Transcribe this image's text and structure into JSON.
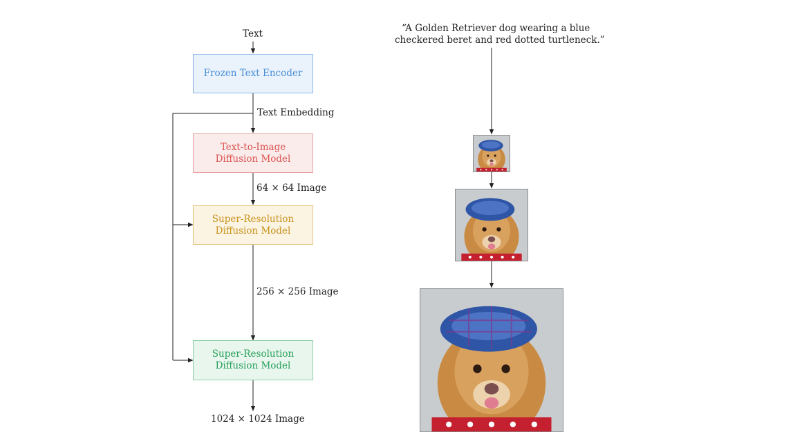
{
  "pipeline": {
    "input_label": "Text",
    "encoder": {
      "label": "Frozen Text Encoder",
      "color": "#4a8fd6",
      "fill": "#eaf2fc",
      "border": "#8ab6e6"
    },
    "embedding_label": "Text Embedding",
    "base_model": {
      "line1": "Text-to-Image",
      "line2": "Diffusion Model",
      "color": "#d9534f",
      "fill": "#fbecec",
      "border": "#e8a0a0"
    },
    "res1_label": "64 × 64 Image",
    "sr1": {
      "line1": "Super-Resolution",
      "line2": "Diffusion Model",
      "color": "#c8921a",
      "fill": "#fbf4e3",
      "border": "#e5c583"
    },
    "res2_label": "256 × 256 Image",
    "sr2": {
      "line1": "Super-Resolution",
      "line2": "Diffusion Model",
      "color": "#27a05a",
      "fill": "#e8f6ee",
      "border": "#8fd0a8"
    },
    "output_label": "1024 × 1024 Image"
  },
  "example": {
    "prompt_line1": "“A Golden Retriever dog wearing a blue",
    "prompt_line2": "checkered beret and red dotted turtleneck.”",
    "images": [
      "golden-retriever-64px",
      "golden-retriever-256px",
      "golden-retriever-1024px"
    ]
  }
}
